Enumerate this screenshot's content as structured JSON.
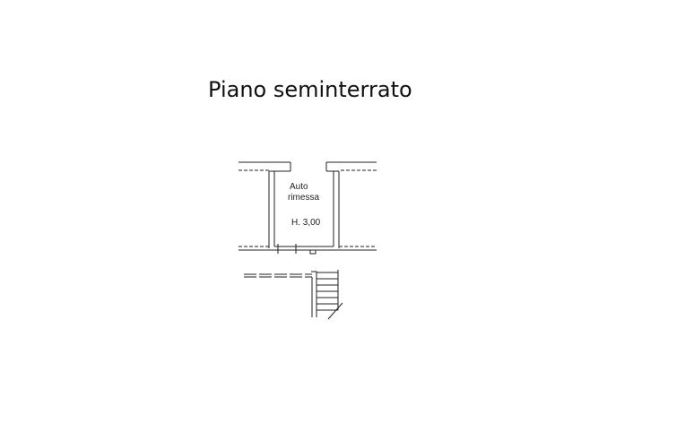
{
  "title": "Piano seminterrato",
  "room": {
    "name_line1": "Auto",
    "name_line2": "rimessa",
    "height": "H. 3,00"
  },
  "colors": {
    "background": "#ffffff",
    "ink": "#222222"
  }
}
